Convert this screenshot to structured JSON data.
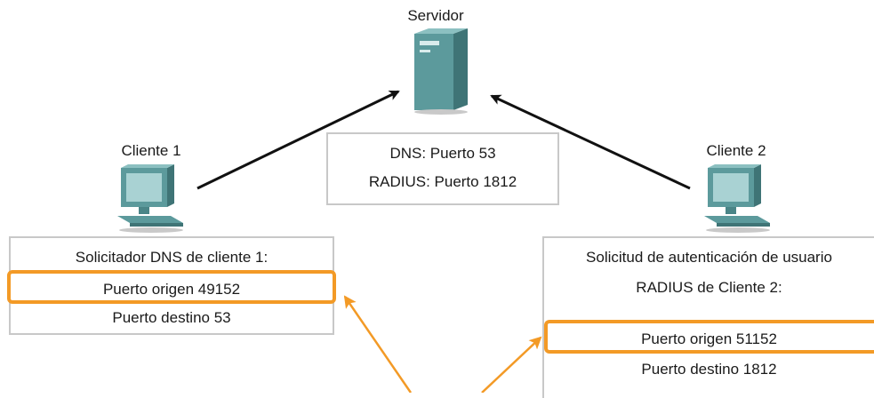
{
  "server": {
    "label": "Servidor",
    "ports_line1": "DNS: Puerto 53",
    "ports_line2": "RADIUS: Puerto 1812"
  },
  "client1": {
    "label": "Cliente 1",
    "title": "Solicitador DNS de cliente 1:",
    "source_port": "Puerto origen 49152",
    "dest_port": "Puerto destino 53"
  },
  "client2": {
    "label": "Cliente 2",
    "title_line1": "Solicitud de autenticación de usuario",
    "title_line2": "RADIUS de Cliente 2:",
    "source_port": "Puerto origen 51152",
    "dest_port": "Puerto destino 1812"
  },
  "colors": {
    "highlight": "#f39a26",
    "device_teal": "#5c9a9c",
    "arrow": "#111111"
  }
}
